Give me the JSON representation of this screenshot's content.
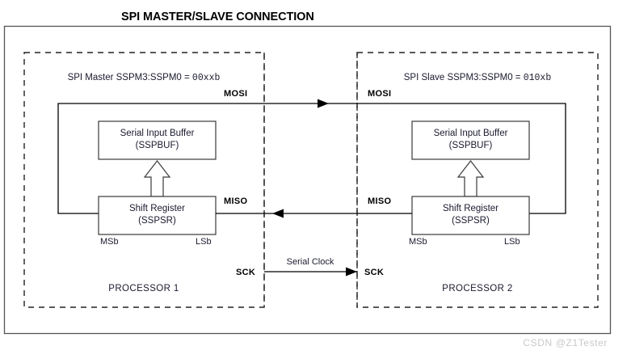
{
  "figure": {
    "title": "SPI MASTER/SLAVE CONNECTION",
    "watermark": "CSDN @Z1Tester"
  },
  "master": {
    "mode_prefix": "SPI Master SSPM3:SSPM0 = ",
    "mode_value": "00xxb",
    "processor_label": "PROCESSOR 1",
    "buffer": {
      "line1": "Serial Input Buffer",
      "line2": "(SSPBUF)"
    },
    "shift_register": {
      "line1": "Shift Register",
      "line2": "(SSPSR)"
    },
    "msb_label": "MSb",
    "lsb_label": "LSb",
    "mosi_label": "MOSI",
    "miso_label": "MISO",
    "sck_label": "SCK"
  },
  "slave": {
    "mode_prefix": "SPI Slave SSPM3:SSPM0 = ",
    "mode_value": "010xb",
    "processor_label": "PROCESSOR 2",
    "buffer": {
      "line1": "Serial Input Buffer",
      "line2": "(SSPBUF)"
    },
    "shift_register": {
      "line1": "Shift Register",
      "line2": "(SSPSR)"
    },
    "msb_label": "MSb",
    "lsb_label": "LSb",
    "mosi_label": "MOSI",
    "miso_label": "MISO",
    "sck_label": "SCK"
  },
  "interconnect": {
    "serial_clock_label": "Serial Clock",
    "mosi_direction": "master-to-slave",
    "miso_direction": "slave-to-master",
    "sck_direction": "master-to-slave"
  },
  "colors": {
    "line": "#000000",
    "box_stroke": "#3a3a3a",
    "text": "#1a1a2e",
    "watermark": "#c9c9c9"
  }
}
